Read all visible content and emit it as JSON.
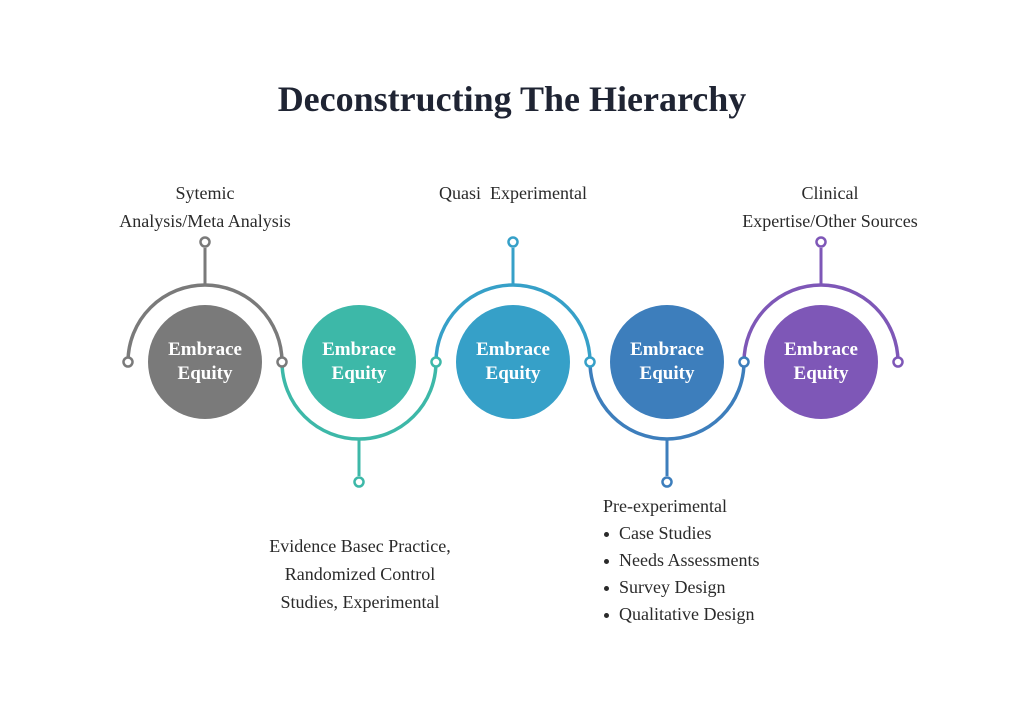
{
  "title": "Deconstructing The Hierarchy",
  "colors": {
    "gray": "#7a7a7a",
    "teal": "#3db8a8",
    "blue": "#36a0c8",
    "steel_blue": "#3d7ebc",
    "purple": "#7e57b7",
    "title": "#1f2433"
  },
  "nodes": [
    {
      "line1": "Embrace",
      "line2": "Equity",
      "color": "#7a7a7a"
    },
    {
      "line1": "Embrace",
      "line2": "Equity",
      "color": "#3db8a8"
    },
    {
      "line1": "Embrace",
      "line2": "Equity",
      "color": "#36a0c8"
    },
    {
      "line1": "Embrace",
      "line2": "Equity",
      "color": "#3d7ebc"
    },
    {
      "line1": "Embrace",
      "line2": "Equity",
      "color": "#7e57b7"
    }
  ],
  "labels": {
    "node1": {
      "line1": "Sytemic",
      "line2": "Analysis/Meta Analysis"
    },
    "node2": {
      "line1": "Evidence Basec Practice,",
      "line2": "Randomized Control",
      "line3": "Studies, Experimental"
    },
    "node3": {
      "line1": "Quasi  Experimental"
    },
    "node4": {
      "heading": "Pre-experimental",
      "items": [
        "Case Studies",
        "Needs Assessments",
        "Survey Design",
        "Qualitative Design"
      ]
    },
    "node5": {
      "line1": "Clinical",
      "line2": "Expertise/Other Sources"
    }
  }
}
